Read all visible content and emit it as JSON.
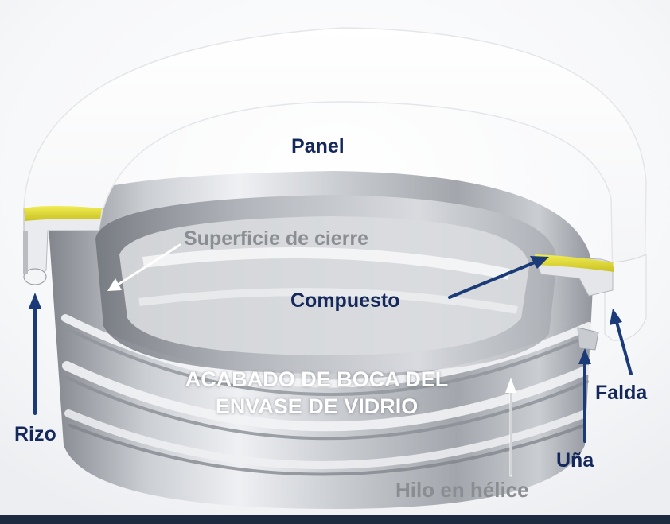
{
  "labels": {
    "panel": "Panel",
    "superficie": "Superficie de cierre",
    "compuesto": "Compuesto",
    "rizo": "Rizo",
    "acabado_line1": "ACABADO DE BOCA DEL",
    "acabado_line2": "ENVASE DE VIDRIO",
    "falda": "Falda",
    "una": "Uña",
    "hilo": "Hilo en hélice"
  },
  "colors": {
    "label_dark": "#14285c",
    "label_gray": "#8a8d91",
    "compound_yellow": "#e6e23a",
    "arrow_navy": "#1b3b78",
    "bottom_bar": "#1d2a3f"
  }
}
